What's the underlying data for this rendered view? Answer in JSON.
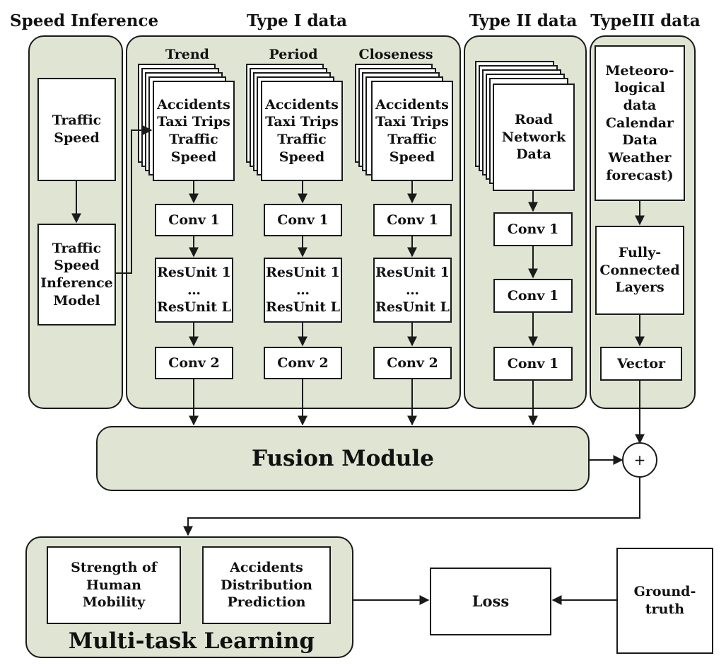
{
  "headers": {
    "speed_inference": "Speed Inference",
    "type1": "Type I data",
    "type2": "Type II data",
    "type3": "TypeIII data"
  },
  "speed": {
    "traffic_speed": "Traffic\nSpeed",
    "inference_model": "Traffic\nSpeed\nInference\nModel"
  },
  "type1": {
    "columns": [
      {
        "title": "Trend",
        "stack": "Accidents\nTaxi Trips\nTraffic\nSpeed",
        "conv1": "Conv 1",
        "resunit": "ResUnit 1\n…\nResUnit L",
        "conv2": "Conv 2"
      },
      {
        "title": "Period",
        "stack": "Accidents\nTaxi Trips\nTraffic\nSpeed",
        "conv1": "Conv 1",
        "resunit": "ResUnit 1\n…\nResUnit L",
        "conv2": "Conv 2"
      },
      {
        "title": "Closeness",
        "stack": "Accidents\nTaxi Trips\nTraffic\nSpeed",
        "conv1": "Conv 1",
        "resunit": "ResUnit 1\n…\nResUnit L",
        "conv2": "Conv 2"
      }
    ]
  },
  "type2": {
    "stack": "Road\nNetwork\nData",
    "convs": [
      "Conv 1",
      "Conv 1",
      "Conv 1"
    ]
  },
  "type3": {
    "data": "Meteoro-\nlogical data\nCalendar\nData\nWeather\nforecast)",
    "fc": "Fully-\nConnected\nLayers",
    "vector": "Vector"
  },
  "fusion": {
    "label": "Fusion Module",
    "plus": "+"
  },
  "multitask": {
    "label": "Multi-task Learning",
    "strength": "Strength of\nHuman\nMobility",
    "accidents": "Accidents\nDistribution\nPrediction"
  },
  "loss": "Loss",
  "ground_truth": "Ground-\ntruth",
  "colors": {
    "panel_fill": "#dfe5d2",
    "stroke": "#1a1a1a",
    "box_fill": "#ffffff"
  }
}
